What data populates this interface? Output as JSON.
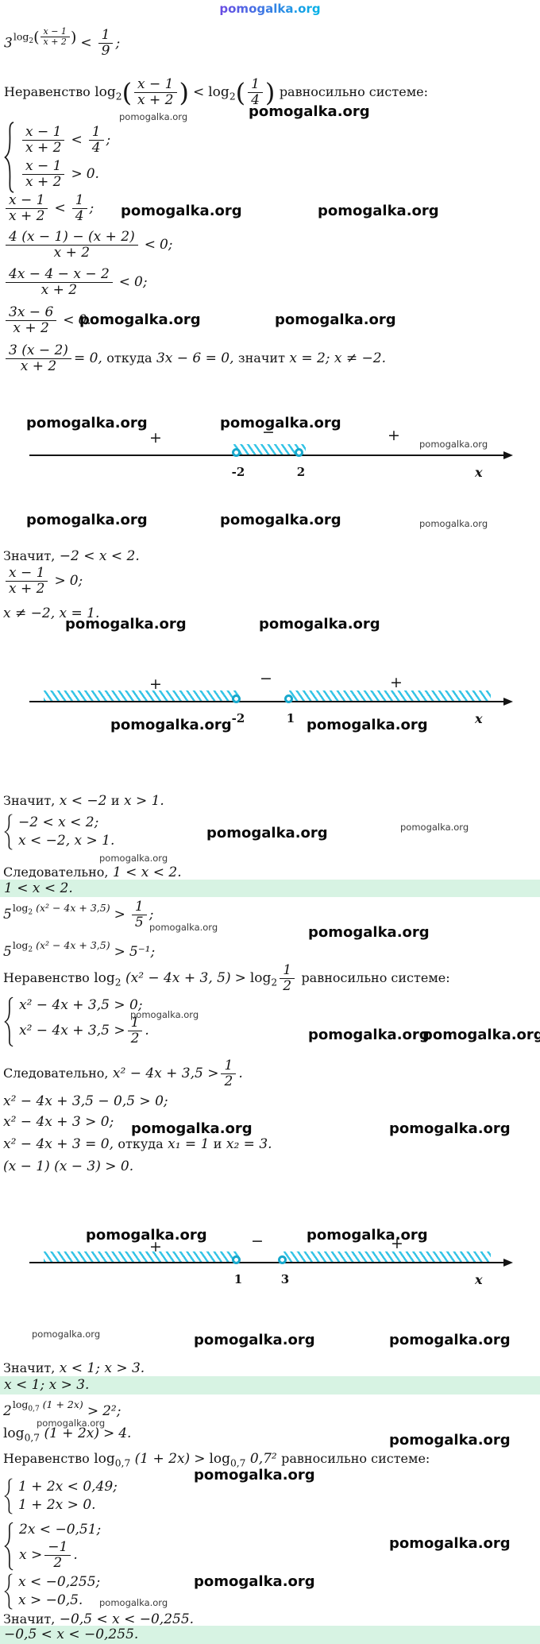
{
  "meta": {
    "accent_cyan": "#35c4e6",
    "point_border": "#18a8cc",
    "highlight_green": "#d7f3e3",
    "text_color": "#151515",
    "watermark_gradient": [
      "#ec1c8d",
      "#8a2be2",
      "#00b7e6",
      "#ff8a00"
    ]
  },
  "watermark": {
    "text": "pomogalka.org"
  },
  "sym": {
    "lp": "(",
    "rp": ")"
  },
  "labels": {
    "neravenstvo": "Неравенство",
    "ravnosilno": "равносильно системе:",
    "znachit": "Значит,",
    "otkuda": "откуда",
    "znachit_lower": "значит",
    "sledovatelno": "Следовательно,",
    "i": "и"
  },
  "math": {
    "eq1": {
      "base": "3",
      "fn": "log",
      "idx": "2",
      "num": "x − 1",
      "den": "x + 2",
      "rel": "<",
      "rnum": "1",
      "rden": "9",
      "end": ";"
    },
    "line2": {
      "fn": "log",
      "idx": "2",
      "num": "x − 1",
      "den": "x + 2",
      "rel": "<",
      "fn2": "log",
      "idx2": "2",
      "rnum": "1",
      "rden": "4"
    },
    "sys1": {
      "num1": "x − 1",
      "den1": "x + 2",
      "rel1": "<",
      "rnum1": "1",
      "rden1": "4",
      "end1": ";",
      "num2": "x − 1",
      "den2": "x + 2",
      "rel2": ">",
      "rhs2": "0."
    },
    "l4": {
      "num": "x − 1",
      "den": "x + 2",
      "rel": "<",
      "rnum": "1",
      "rden": "4",
      "end": ";"
    },
    "l5": {
      "num": "4 (x − 1) − (x + 2)",
      "den": "x + 2",
      "rel": "<",
      "rhs": "0;"
    },
    "l6": {
      "num": "4x − 4 − x − 2",
      "den": "x + 2",
      "rel": "<",
      "rhs": "0;"
    },
    "l7": {
      "num": "3x − 6",
      "den": "x + 2",
      "rel": "<",
      "rhs": "0."
    },
    "l8": {
      "num": "3 (x − 2)",
      "den": "x + 2",
      "eq": "= 0,",
      "m1": "3x − 6 = 0,",
      "m2": "x = 2; x ≠ −2."
    },
    "l10": "−2 < x < 2.",
    "l11": {
      "num": "x − 1",
      "den": "x + 2",
      "rel": ">",
      "rhs": "0;"
    },
    "l12": "x ≠ −2, x = 1.",
    "l14": {
      "m1": "x < −2",
      "m2": "x > 1."
    },
    "sys2": {
      "r1": "−2 < x < 2;",
      "r2": "x < −2, x > 1."
    },
    "l16": "1 < x < 2.",
    "hl1": "1 < x < 2.",
    "l18": {
      "base": "5",
      "fn": "log",
      "idx": "2",
      "arg": "(x² − 4x + 3,5)",
      "rel": ">",
      "rnum": "1",
      "rden": "5",
      "end": ";"
    },
    "l19": {
      "base": "5",
      "fn": "log",
      "idx": "2",
      "arg": "(x² − 4x + 3,5)",
      "rel": ">",
      "rhs": "5⁻¹;"
    },
    "l20": {
      "fn": "log",
      "idx": "2",
      "arg": "(x² − 4x + 3, 5)",
      "rel": ">",
      "fn2": "log",
      "idx2": "2",
      "rnum": "1",
      "rden": "2"
    },
    "sys3": {
      "r1": "x² − 4x + 3,5 > 0;",
      "r2a": "x² − 4x + 3,5 >",
      "rnum": "1",
      "rden": "2",
      "r2b": "."
    },
    "l22": {
      "m": "x² − 4x + 3,5 >",
      "rnum": "1",
      "rden": "2",
      "end": "."
    },
    "l23": "x² − 4x + 3,5 − 0,5 > 0;",
    "l24": "x² − 4x + 3 > 0;",
    "l25": {
      "m1": "x² − 4x + 3 = 0,",
      "m2": "x₁ = 1",
      "m3": "x₂ = 3."
    },
    "l26": "(x − 1) (x − 3) > 0.",
    "l28": "x < 1;  x > 3.",
    "hl2": "x < 1;  x > 3.",
    "l30": {
      "base": "2",
      "fn": "log",
      "idx": "0,7",
      "arg": "(1 + 2x)",
      "rel": ">",
      "rhs": "2²;"
    },
    "l31": {
      "fn": "log",
      "idx": "0,7",
      "arg": "(1 + 2x)",
      "rel": ">",
      "rhs": "4."
    },
    "l32": {
      "fn": "log",
      "idx": "0,7",
      "arg": "(1 + 2x)",
      "rel": ">",
      "fn2": "log",
      "idx2": "0,7",
      "arg2": "0,7²"
    },
    "sys4": {
      "r1": "1 + 2x < 0,49;",
      "r2": "1 + 2x > 0."
    },
    "sys5": {
      "r1": "2x < −0,51;",
      "r2a": "x >",
      "rnum": "−1",
      "rden": "2",
      "r2b": "."
    },
    "sys6": {
      "r1": "x < −0,255;",
      "r2": "x > −0,5."
    },
    "l36": "−0,5 < x < −0,255.",
    "hl3": "−0,5 < x < −0,255."
  },
  "numberlines": [
    {
      "signs": [
        "+",
        "−",
        "+"
      ],
      "points": [
        "-2",
        "2"
      ],
      "axis_label": "x",
      "shaded": "between points"
    },
    {
      "signs": [
        "+",
        "−",
        "+"
      ],
      "points": [
        "-2",
        "1"
      ],
      "axis_label": "x",
      "shaded": "outside points"
    },
    {
      "signs": [
        "+",
        "−",
        "+"
      ],
      "points": [
        "1",
        "3"
      ],
      "axis_label": "x",
      "shaded": "outside points"
    }
  ]
}
